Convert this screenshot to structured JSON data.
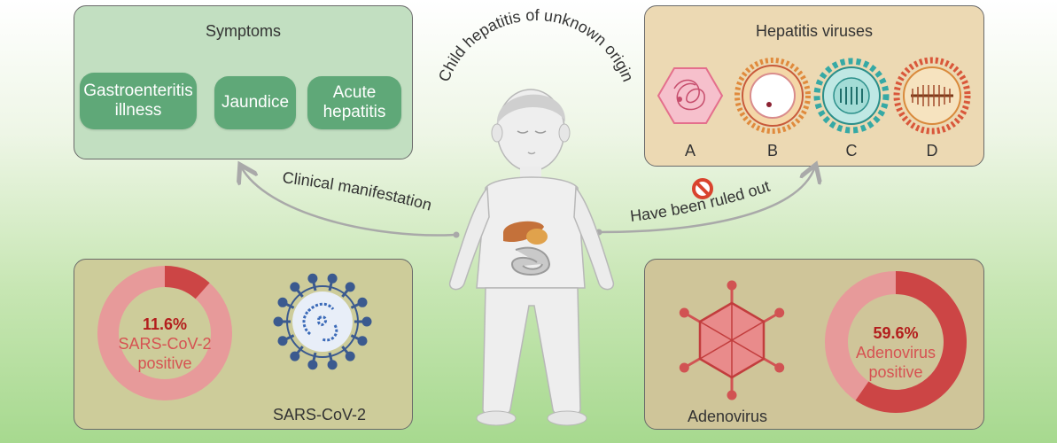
{
  "title_arc": "Child hepatitis of unknown origin",
  "symptoms": {
    "title": "Symptoms",
    "items": [
      "Gastroenteritis illness",
      "Jaundice",
      "Acute hepatitis"
    ]
  },
  "viruses": {
    "title": "Hepatitis viruses",
    "letters": [
      "A",
      "B",
      "C",
      "D"
    ]
  },
  "arrows": {
    "left_label": "Clinical manifestation",
    "right_label": "Have been ruled out"
  },
  "sars": {
    "percent": "11.6%",
    "line1": "SARS-CoV-2",
    "line2": "positive",
    "fraction": 0.116,
    "name": "SARS-CoV-2"
  },
  "adeno": {
    "percent": "59.6%",
    "line1": "Adenovirus",
    "line2": "positive",
    "fraction": 0.596,
    "name": "Adenovirus"
  },
  "colors": {
    "ring_light": "#e79a9a",
    "ring_dark": "#cc4545",
    "pill": "#5fa878",
    "arrow": "#a9a9a9"
  }
}
